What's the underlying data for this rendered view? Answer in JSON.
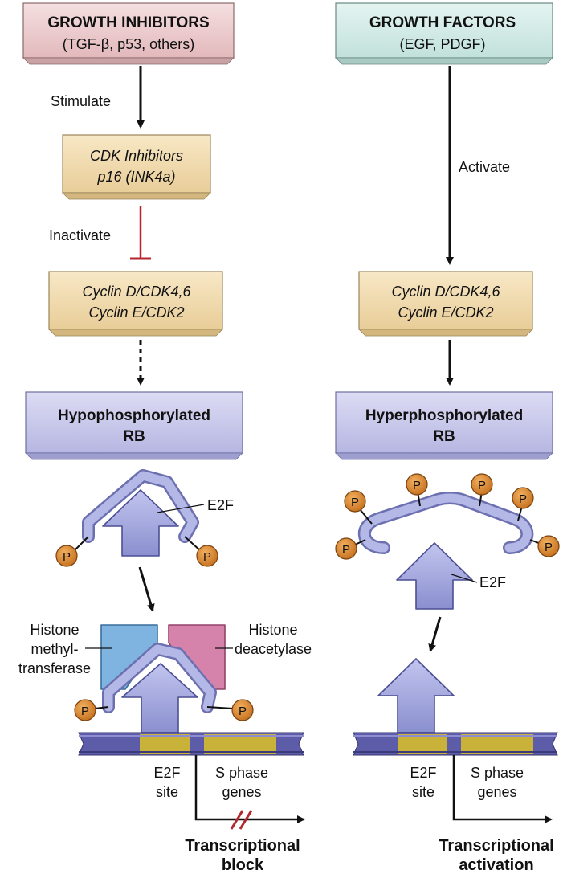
{
  "left": {
    "top_box": {
      "title": "GROWTH INHIBITORS",
      "subtitle": "(TGF-β, p53, others)"
    },
    "arrow1_label": "Stimulate",
    "cdk_inhibitors": {
      "line1": "CDK Inhibitors",
      "line2": "p16 (INK4a)"
    },
    "arrow2_label": "Inactivate",
    "cyclin_box": {
      "line1": "Cyclin D/CDK4,6",
      "line2": "Cyclin E/CDK2"
    },
    "rb_box": {
      "line1": "Hypophosphorylated",
      "line2": "RB"
    },
    "e2f_label": "E2F",
    "histone_methyl": {
      "line1": "Histone",
      "line2": "methyl-",
      "line3": "transferase"
    },
    "histone_deacetylase": {
      "line1": "Histone",
      "line2": "deacetylase"
    },
    "e2f_site": {
      "line1": "E2F",
      "line2": "site"
    },
    "s_phase": {
      "line1": "S phase",
      "line2": "genes"
    },
    "result": {
      "line1": "Transcriptional",
      "line2": "block"
    }
  },
  "right": {
    "top_box": {
      "title": "GROWTH FACTORS",
      "subtitle": "(EGF, PDGF)"
    },
    "arrow1_label": "Activate",
    "cyclin_box": {
      "line1": "Cyclin D/CDK4,6",
      "line2": "Cyclin E/CDK2"
    },
    "rb_box": {
      "line1": "Hyperphosphorylated",
      "line2": "RB"
    },
    "e2f_label": "E2F",
    "e2f_site": {
      "line1": "E2F",
      "line2": "site"
    },
    "s_phase": {
      "line1": "S phase",
      "line2": "genes"
    },
    "result": {
      "line1": "Transcriptional",
      "line2": "activation"
    }
  },
  "phosphate_label": "P",
  "colors": {
    "inhibitor_box": "#ecccce",
    "factor_box": "#d3ebe6",
    "cdk_box": "#f2dcb0",
    "rb_box": "#c9c9ec",
    "e2f_protein": "#a3a7dc",
    "rb_tube": "#a9aedd",
    "phosphate": "#d9862a",
    "methyltransferase": "#7fb4e0",
    "deacetylase": "#d683ac",
    "dna_purple": "#5d5ca8",
    "dna_gold": "#c8b23a",
    "inhibit_red": "#b3272d"
  }
}
